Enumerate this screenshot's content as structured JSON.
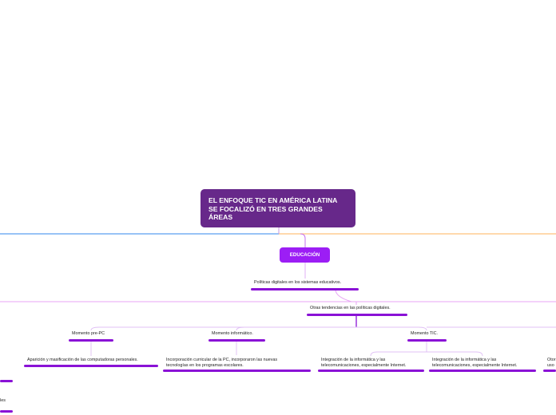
{
  "root": {
    "title": "EL ENFOQUE TIC EN AMÉRICA LATINA SE FOCALIZÓ EN TRES GRANDES ÁREAS"
  },
  "education": {
    "label": "EDUCACIÓN",
    "policies": "Políticas digitales en los sistemas educativos.",
    "trends": "Otras tendencias en las políticas digitales."
  },
  "moments": {
    "pre_pc": {
      "label": "Momento pre-PC",
      "detail": "Aparición y masificación de las computadoras personales."
    },
    "informatic": {
      "label": "Momento informático.",
      "detail_line1": "Incorporación curricular de la PC, incorporaron las nuevas",
      "detail_line2": "tecnologías en los programas escolares."
    },
    "tic": {
      "label": "Momento TIC.",
      "detail_a_line1": "Integración de la informática y las",
      "detail_a_line2": "telecomunicaciones, especialmente Internet.",
      "detail_b_line1": "Integración de la informática y las",
      "detail_b_line2": "telecomunicaciones, especialmente Internet."
    }
  },
  "fragments": {
    "right_line1": "Otor",
    "right_line2": "uso",
    "left": "les"
  },
  "colors": {
    "root_bg": "#67288a",
    "education_bg": "#9c1ef5",
    "underline": "#8a12d6",
    "branch_blue": "#5b9ff0",
    "branch_orange": "#ffc27a",
    "branch_pink": "#e8a6f5"
  }
}
